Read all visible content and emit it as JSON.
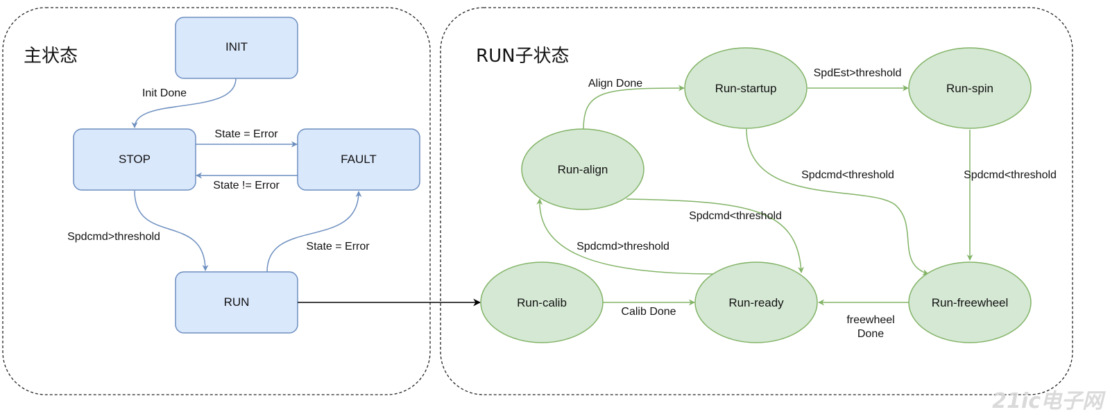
{
  "groups": {
    "main": {
      "title": "主状态"
    },
    "run": {
      "title": "RUN子状态"
    }
  },
  "nodes": {
    "init": "INIT",
    "stop": "STOP",
    "fault": "FAULT",
    "run": "RUN",
    "run_align": "Run-align",
    "run_startup": "Run-startup",
    "run_spin": "Run-spin",
    "run_calib": "Run-calib",
    "run_ready": "Run-ready",
    "run_freewheel": "Run-freewheel"
  },
  "edges": {
    "init_done": "Init Done",
    "stop_to_fault": "State = Error",
    "fault_to_stop": "State != Error",
    "stop_to_run": "Spdcmd>threshold",
    "run_to_fault": "State = Error",
    "align_done": "Align Done",
    "startup_to_spin": "SpdEst>threshold",
    "startup_to_freewheel": "Spdcmd<threshold",
    "spin_to_freewheel": "Spdcmd<threshold",
    "align_to_ready": "Spdcmd<threshold",
    "ready_to_align": "Spdcmd>threshold",
    "calib_done": "Calib Done",
    "freewheel_done_line1": "freewheel",
    "freewheel_done_line2": "Done"
  },
  "colors": {
    "blue_fill": "#dae8fc",
    "blue_stroke": "#6c8ebf",
    "green_fill": "#d5e8d4",
    "green_stroke": "#82b366"
  },
  "watermark": "21ic电子网"
}
